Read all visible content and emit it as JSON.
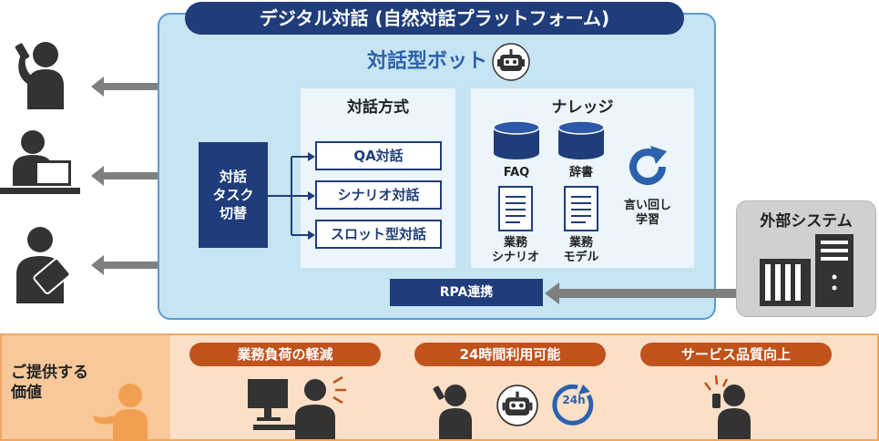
{
  "platform": {
    "title": "デジタル対話 (自然対話プラットフォーム)",
    "bot_title": "対話型ボット"
  },
  "task_switch": {
    "lines": [
      "対話",
      "タスク",
      "切替"
    ]
  },
  "dialogue_methods": {
    "title": "対話方式",
    "items": [
      "QA対話",
      "シナリオ対話",
      "スロット型対話"
    ]
  },
  "knowledge": {
    "title": "ナレッジ",
    "faq": "FAQ",
    "dictionary": "辞書",
    "paraphrase": [
      "言い回し",
      "学習"
    ],
    "business_scenario": [
      "業務",
      "シナリオ"
    ],
    "business_model": [
      "業務",
      "モデル"
    ]
  },
  "rpa": {
    "label": "RPA連携"
  },
  "external_system": {
    "title": "外部システム"
  },
  "value": {
    "label": [
      "ご提供する",
      "価値"
    ],
    "items": [
      "業務負荷の軽減",
      "24時間利用可能",
      "サービス品質向上"
    ],
    "badge_24h": "24h"
  },
  "colors": {
    "navy": "#1f3d7a",
    "blue_text": "#2c62ad",
    "platform_bg": "#c6e4f2",
    "panel_bg": "#ebf5fb",
    "value_bg": "#fbe0c7",
    "orange_pill": "#c0521c",
    "person_dark": "#333333",
    "person_orange": "#f0a050",
    "arrow_gray": "#7f7f7f"
  },
  "icons": [
    "phone-user-icon",
    "pc-user-icon",
    "tablet-user-icon",
    "robot-icon",
    "database-icon",
    "document-icon",
    "refresh-icon",
    "server-icon",
    "rack-icon",
    "operator-icon",
    "24h-clock-icon"
  ]
}
